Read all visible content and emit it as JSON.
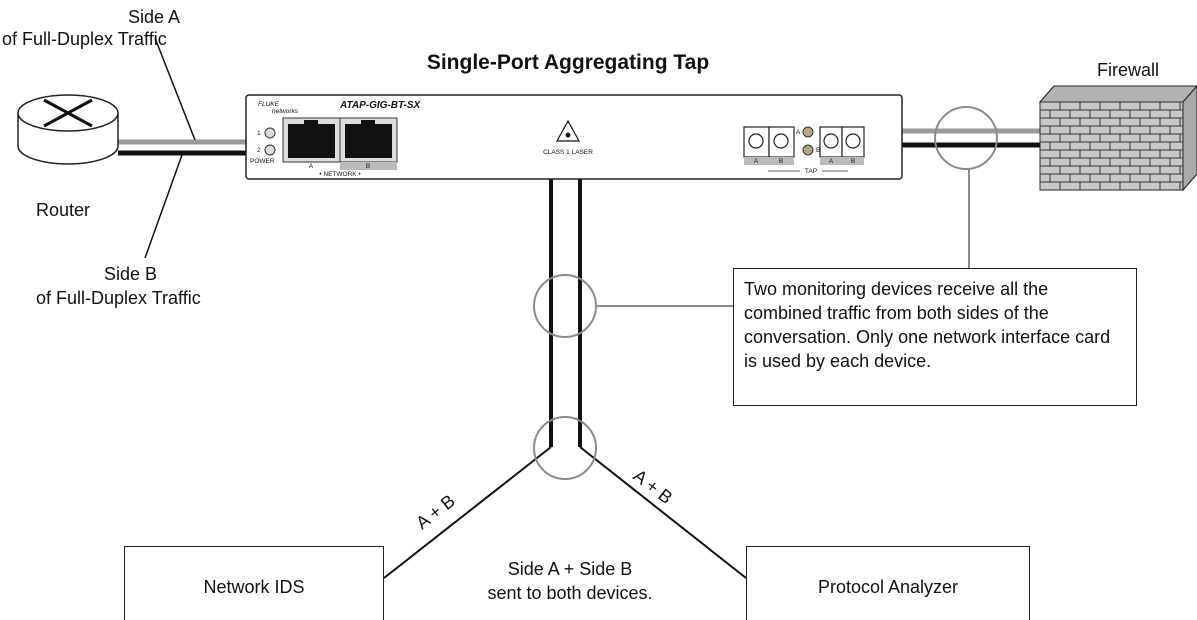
{
  "title": "Single-Port Aggregating Tap",
  "side_a": {
    "line1": "Side A",
    "line2": "of Full-Duplex Traffic"
  },
  "side_b": {
    "line1": "Side B",
    "line2": "of Full-Duplex Traffic"
  },
  "router_label": "Router",
  "firewall_label": "Firewall",
  "tap_device": {
    "brand": "FLUKE",
    "brand_sub": "networks",
    "model": "ATAP-GIG-BT-SX",
    "led1": "1",
    "led2": "2",
    "power": "POWER",
    "port_a": "A",
    "port_b": "B",
    "network_label": "• NETWORK •",
    "laser": "CLASS 1 LASER",
    "tap_a": "A",
    "tap_b": "B",
    "tap_label": "TAP",
    "tap_led_a": "A",
    "tap_led_b": "B"
  },
  "callout": "Two monitoring devices receive all the combined traffic from both sides of the conversation. Only one network interface card is used by each device.",
  "branch_left": "A + B",
  "branch_right": "A + B",
  "center_note": {
    "line1": "Side A + Side B",
    "line2": "sent to both devices."
  },
  "ids_label": "Network IDS",
  "analyzer_label": "Protocol Analyzer",
  "colors": {
    "cable_gray": "#9a9a9a",
    "cable_black": "#111111",
    "circle_gray": "#8a8a8a",
    "brick": "#c8c8c8"
  }
}
